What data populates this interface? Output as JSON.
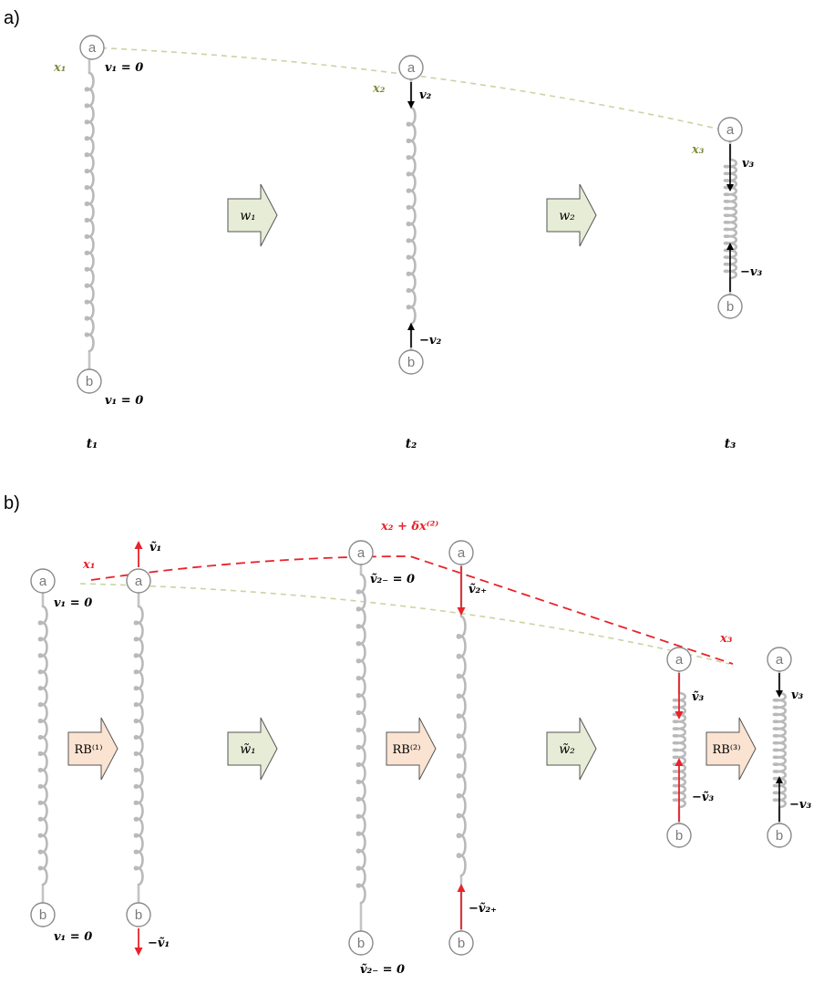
{
  "panel_a": {
    "label": "a)",
    "x1": "x₁",
    "x2": "x₂",
    "x3": "x₃",
    "v1_top": "v₁ = 0",
    "v1_bottom": "v₁ = 0",
    "v2": "v₂",
    "minus_v2": "−v₂",
    "v3": "v₃",
    "minus_v3": "−v₃",
    "w1": "w₁",
    "w2": "w₂",
    "t1": "t₁",
    "t2": "t₂",
    "t3": "t₃"
  },
  "panel_b": {
    "label": "b)",
    "x1": "x₁",
    "x2_plus": "x₂ + δx⁽²⁾",
    "x3": "x₃",
    "v1_top": "v₁ = 0",
    "v1_bottom": "v₁ = 0",
    "vt1": "ṽ₁",
    "minus_vt1": "−ṽ₁",
    "vt2_minus_top": "ṽ₂₋ = 0",
    "vt2_minus_bottom": "ṽ₂₋ = 0",
    "vt2_plus": "ṽ₂₊",
    "minus_vt2_plus": "−ṽ₂₊",
    "vt3": "ṽ₃",
    "minus_vt3": "−ṽ₃",
    "v3": "v₃",
    "minus_v3": "−v₃",
    "rb1": "RB⁽¹⁾",
    "rb2": "RB⁽²⁾",
    "rb3": "RB⁽³⁾",
    "wt1": "w̃₁",
    "wt2": "w̃₂"
  },
  "node_labels": {
    "a": "a",
    "b": "b"
  },
  "colors": {
    "red": "#e8232a",
    "green_traj": "#c9d4a2",
    "green_label": "#7d8f3e",
    "green_arrow_fill": "#e6ecd6",
    "orange_arrow_fill": "#fbe3d2",
    "spring": "#b9b9b9"
  }
}
